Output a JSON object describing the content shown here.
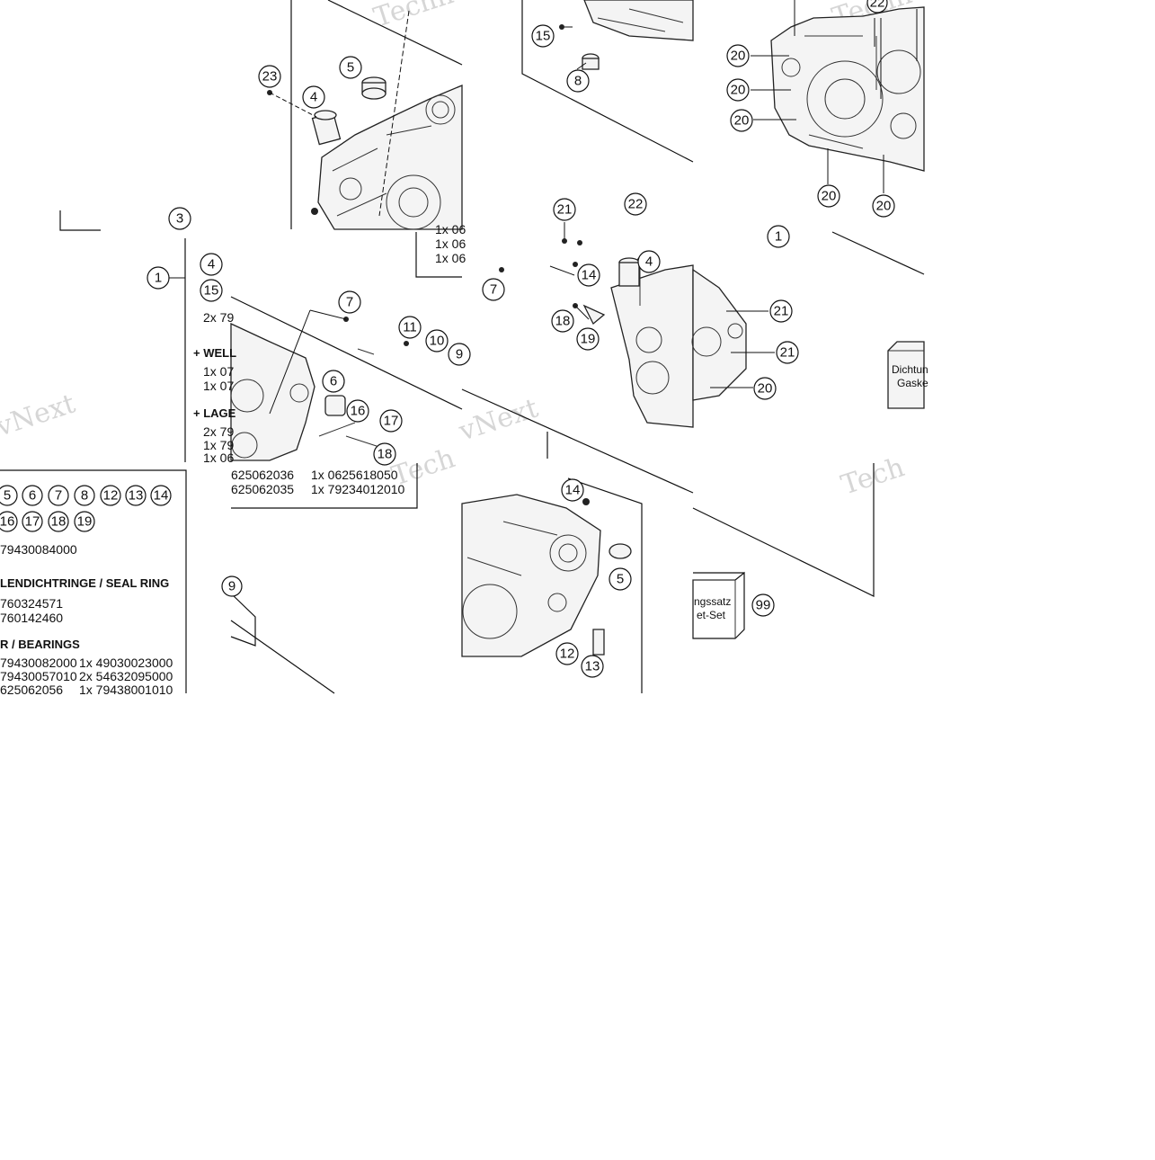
{
  "watermarks": [
    "Technologies",
    "vNext Technologies",
    "vNext",
    "Tech"
  ],
  "callouts": {
    "n1": "1",
    "n3": "3",
    "n4": "4",
    "n5": "5",
    "n6": "6",
    "n7": "7",
    "n8": "8",
    "n9": "9",
    "n10": "10",
    "n11": "11",
    "n12": "12",
    "n13": "13",
    "n14": "14",
    "n15": "15",
    "n16": "16",
    "n17": "17",
    "n18": "18",
    "n19": "19",
    "n20": "20",
    "n21": "21",
    "n22": "22",
    "n23": "23",
    "n99": "99"
  },
  "upper_table": {
    "row1": "2x 79",
    "head_shaft": "+ WELL",
    "shaft_1": "1x 07",
    "shaft_2": "1x 07",
    "head_bearing": "+ LAGE",
    "bear_1": "2x 79",
    "bear_2": "1x 79",
    "bear_3": "1x 06",
    "p_a": "625062036",
    "p_b": "1x 0625618050",
    "p_c": "625062035",
    "p_d": "1x 79234012010",
    "mid_1": "1x 06",
    "mid_2": "1x 06",
    "mid_3": "1x 06"
  },
  "lower_table": {
    "part_no": "79430084000",
    "head_seal": "LENDICHTRINGE /  SEAL RING",
    "seal_1": "760324571",
    "seal_2": "760142460",
    "head_bearing": "R / BEARINGS",
    "b1_left": "79430082000",
    "b1_right": "1x 49030023000",
    "b2_left": "79430057010",
    "b2_right": "2x 54632095000",
    "b3_left": "625062056",
    "b3_right": "1x 79438001010"
  },
  "gasket_box": {
    "line1": "Dichtun",
    "line2": "Gaske"
  },
  "gasket_box2": {
    "line1": "ngssatz",
    "line2": "et-Set"
  }
}
